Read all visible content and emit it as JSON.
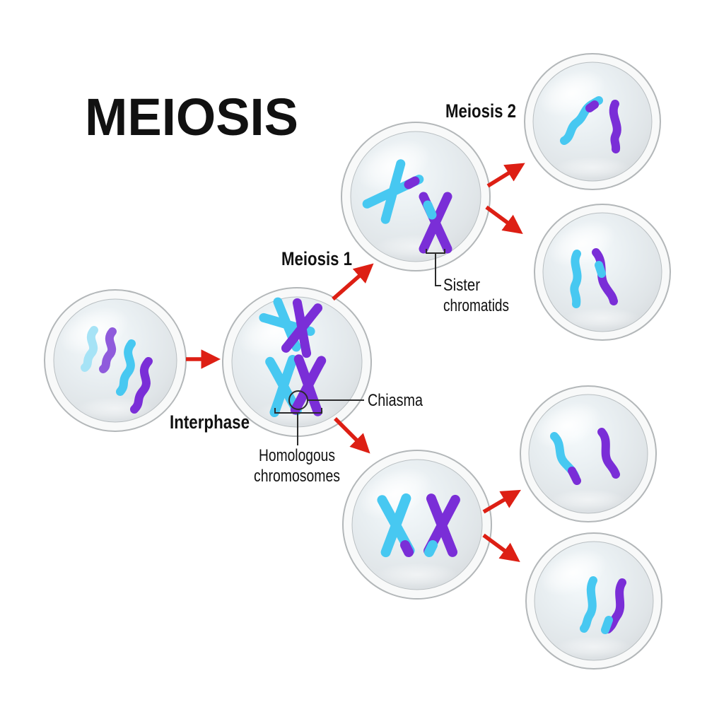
{
  "title": "MEIOSIS",
  "labels": {
    "interphase": "Interphase",
    "meiosis_1": "Meiosis 1",
    "meiosis_2": "Meiosis 2",
    "chiasma": "Chiasma",
    "homologous_chromosomes_line1": "Homologous",
    "homologous_chromosomes_line2": "chromosomes",
    "sister_chromatids_line1": "Sister",
    "sister_chromatids_line2": "chromatids"
  },
  "colors": {
    "chromosome-cyan": "#47c8f1",
    "chromosome-cyan-light": "#a6e3f6",
    "chromosome-purple": "#7a2ed7",
    "chromosome-purple-medium": "#8f5bdc",
    "arrow-red": "#dd1f14",
    "annotation-line": "#2b2b2b",
    "label-text": "#111111",
    "cell-ring": "#f8f9f9",
    "cell-ring-border": "#b3b7b9"
  }
}
